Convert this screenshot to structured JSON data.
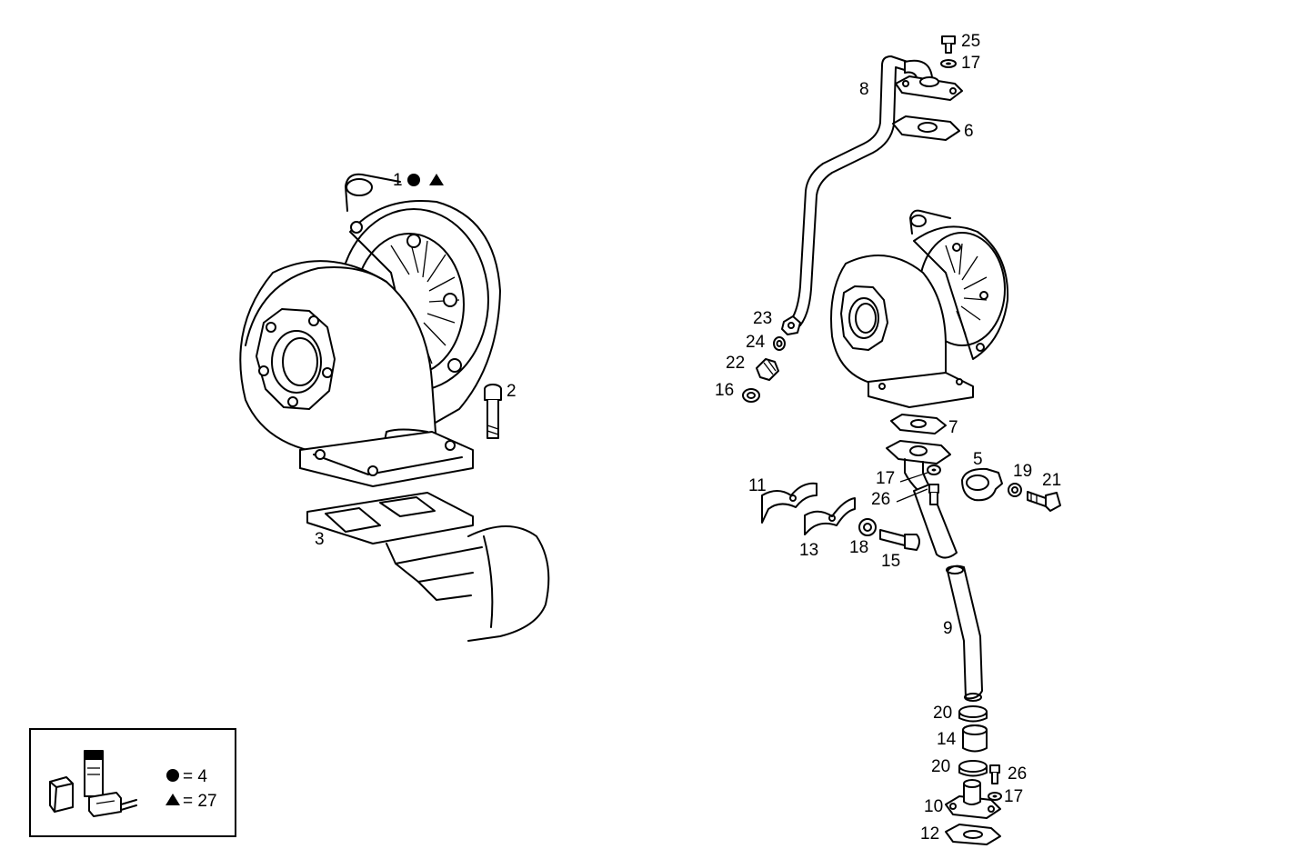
{
  "callouts": {
    "c1": "1",
    "c2": "2",
    "c3": "3",
    "c5": "5",
    "c6": "6",
    "c7": "7",
    "c8": "8",
    "c9": "9",
    "c10": "10",
    "c11": "11",
    "c12": "12",
    "c13": "13",
    "c14": "14",
    "c15": "15",
    "c16": "16",
    "c17a": "17",
    "c17b": "17",
    "c17c": "17",
    "c18": "18",
    "c19": "19",
    "c20a": "20",
    "c20b": "20",
    "c21": "21",
    "c22": "22",
    "c23": "23",
    "c24": "24",
    "c25": "25",
    "c26a": "26",
    "c26b": "26"
  },
  "legend": {
    "circle_value": "= 4",
    "triangle_value": "= 27"
  }
}
